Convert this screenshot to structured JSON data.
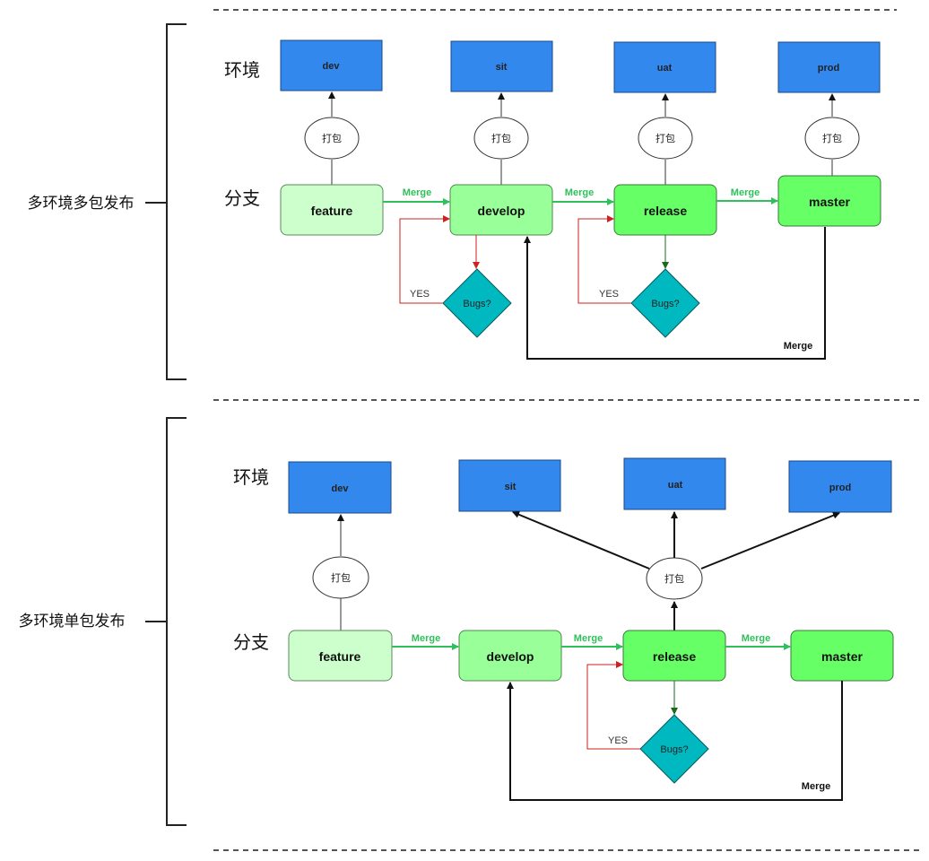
{
  "sections": {
    "multi_package": {
      "title": "多环境多包发布"
    },
    "single_package": {
      "title": "多环境单包发布"
    }
  },
  "row_labels": {
    "env": "环境",
    "branch": "分支"
  },
  "environments": {
    "dev": "dev",
    "sit": "sit",
    "uat": "uat",
    "prod": "prod"
  },
  "branches": {
    "feature": "feature",
    "develop": "develop",
    "release": "release",
    "master": "master"
  },
  "package_label": "打包",
  "bugs_label": "Bugs?",
  "yes_label": "YES",
  "merge_label": "Merge",
  "colors": {
    "env_box": "#3388ee",
    "feature": "#ccffcc",
    "develop": "#99ff99",
    "release": "#66ff66",
    "master": "#66ff66",
    "decision": "#00b8c0",
    "merge_arrow": "#2ec05a",
    "bug_arrow": "#cc2222"
  }
}
